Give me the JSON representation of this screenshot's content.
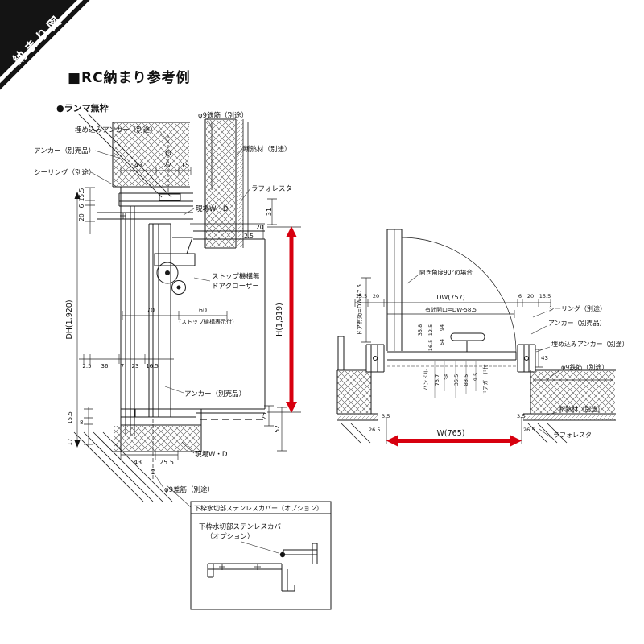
{
  "banner": "納まり図",
  "title": "■RC納まり参考例",
  "subtitle": "●ランマ無枠",
  "colors": {
    "accent_red": "#d7000f"
  },
  "left": {
    "callouts": {
      "embed_anchor": "埋め込みアンカー（別途）",
      "anchor": "アンカー（別売品）",
      "sealing": "シーリング（別途）",
      "rebar": "φ9鉄筋（別途）",
      "insulation": "断熱材（別途）",
      "laforesta": "ラフォレスタ",
      "site_wd": "現場W・D",
      "closer1": "ストップ機構無",
      "closer2": "ドアクローザー",
      "closer_note": "（ストップ機構表示付）",
      "anchor2": "アンカー（別売品）",
      "site_wd2": "現場W・D",
      "rebar2": "φ9差筋（別途）"
    },
    "dims": {
      "d43a": "43",
      "d27": "27",
      "d15": "15",
      "d155a": "15.5",
      "d6": "6",
      "d20a": "20",
      "d31": "31",
      "d20b": "20",
      "d25a": "2.5",
      "dh": "DH(1,920)",
      "h": "H(1,919)",
      "d70": "70",
      "d60": "60",
      "d25b": "2.5",
      "d36": "36",
      "d7": "7",
      "d23": "23",
      "d165": "16.5",
      "d155b": "15.5",
      "d8": "8",
      "d17": "17",
      "d25c": "25",
      "d52": "52",
      "d43b": "43",
      "d255": "25.5"
    }
  },
  "right": {
    "callouts": {
      "open90": "開き角度90°の場合",
      "sealing": "シーリング（別途）",
      "anchor": "アンカー（別売品）",
      "embed_anchor": "埋め込みアンカー（別途）",
      "rebar": "φ9鉄筋（別途）",
      "insulation": "断熱材（別途）",
      "laforesta": "ラフォレスタ",
      "handle": "ハンドル",
      "guard": "ドアガード付"
    },
    "dims": {
      "dw": "DW(757)",
      "eff": "有効開口=DW-58.5",
      "door_eff": "ドア有効=DW-67.5",
      "w": "W(765)",
      "d155a": "15.5",
      "d20a": "20",
      "d6": "6",
      "d20b": "20",
      "d155b": "15.5",
      "d358": "35.8",
      "d125": "12.5",
      "d94": "94",
      "d64": "64",
      "d165": "16.5",
      "d737": "73.7",
      "d38": "38",
      "d355": "35.5",
      "d835": "83.5",
      "d95": "9.5",
      "d43": "43",
      "d35a": "3.5",
      "d265a": "26.5",
      "d35b": "3.5",
      "d265b": "26.5"
    }
  },
  "detail": {
    "header": "下枠水切部ステンレスカバー（オプション）",
    "line1": "下枠水切部ステンレスカバー",
    "line2": "（オプション）"
  }
}
